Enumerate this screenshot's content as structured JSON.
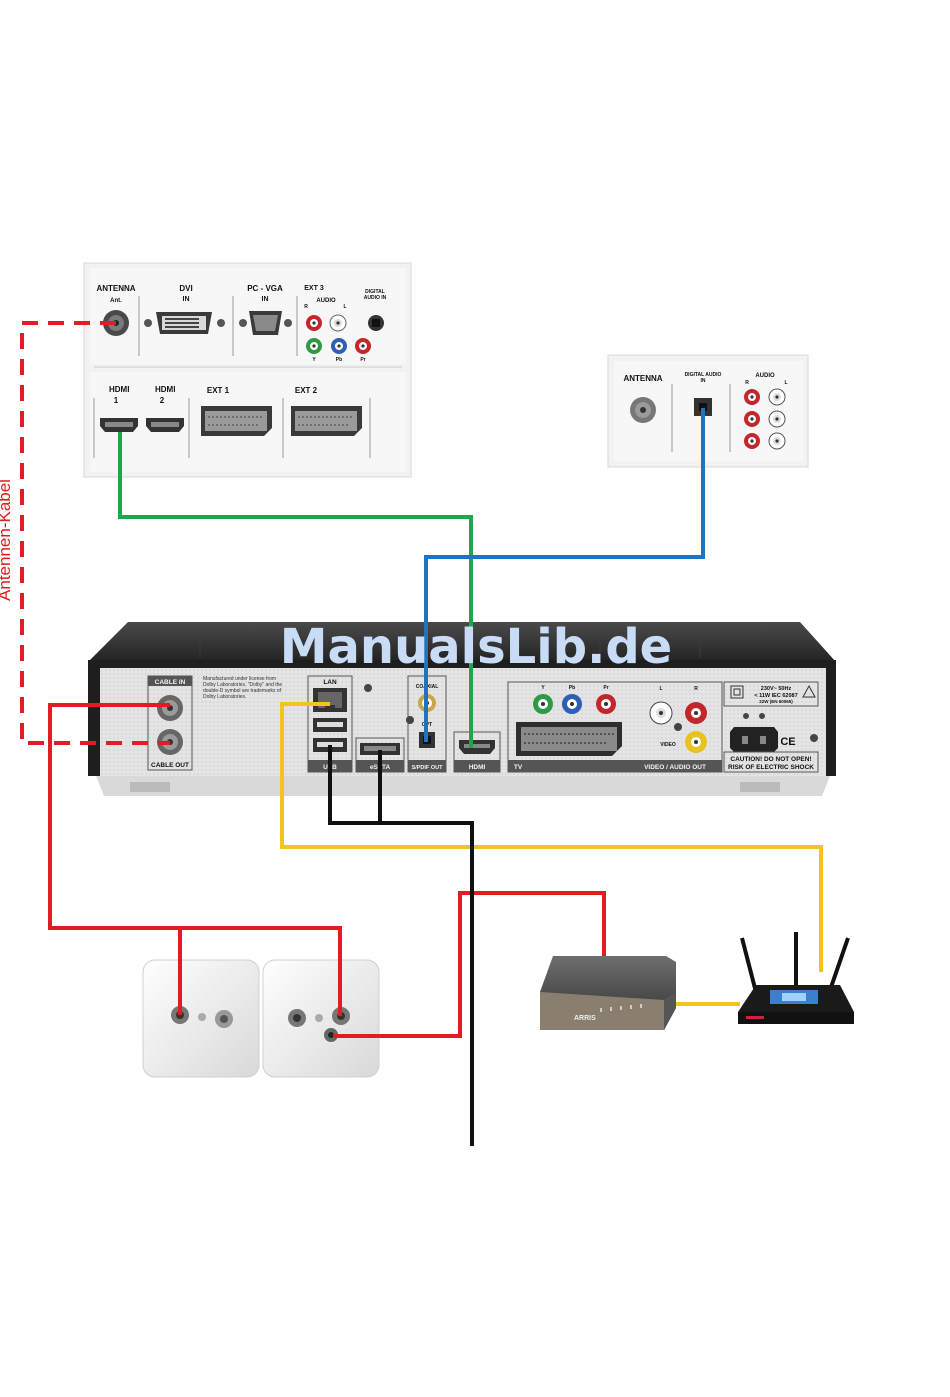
{
  "watermark": "ManualsLib.de",
  "side_label": "Antennen-Kabel",
  "tv_panel": {
    "antenna": "ANTENNA",
    "antenna_sub": "Ant.",
    "dvi": "DVI",
    "dvi_in": "IN",
    "pcvga": "PC - VGA",
    "pcvga_in": "IN",
    "ext3": "EXT 3",
    "audio": "AUDIO",
    "audio_r": "R",
    "audio_l": "L",
    "digital_audio": "DIGITAL AUDIO IN",
    "y": "Y",
    "pb": "Pb",
    "pr": "Pr",
    "hdmi1": "HDMI 1",
    "hdmi2": "HDMI 2",
    "ext1": "EXT 1",
    "ext2": "EXT 2"
  },
  "audio_panel": {
    "antenna": "ANTENNA",
    "digital_audio": "DIGITAL AUDIO IN",
    "audio": "AUDIO",
    "audio_r": "R",
    "audio_l": "L"
  },
  "receiver": {
    "cable_in": "CABLE IN",
    "cable_out": "CABLE OUT",
    "dolby_note": "Manufactured under license from Dolby Laboratories. \"Dolby\" and the double-D symbol are trademarks of Dolby Laboratories.",
    "lan": "LAN",
    "usb": "USB",
    "esata": "eSATA",
    "coaxial": "COAXIAL",
    "opt": "OPT",
    "spdif_out": "S/PDIF OUT",
    "hdmi": "HDMI",
    "tv": "TV",
    "y": "Y",
    "pb": "Pb",
    "pr": "Pr",
    "audio_l": "L",
    "audio_r": "R",
    "video": "VIDEO",
    "video_audio_out": "VIDEO / AUDIO OUT",
    "power_line1": "230V~ 50Hz",
    "power_line2": "< 11W  IEC 62087",
    "power_line3": "22W (EN 60065)",
    "ce": "CE",
    "caution_line1": "CAUTION! DO NOT OPEN!",
    "caution_line2": "RISK OF ELECTRIC SHOCK"
  },
  "modem": {
    "brand": "ARRIS"
  },
  "cable_colors": {
    "antenna": "#e31b23",
    "hdmi": "#1fa64a",
    "optical": "#1f74c2",
    "network": "#f2c51e",
    "usb": "#111111"
  }
}
